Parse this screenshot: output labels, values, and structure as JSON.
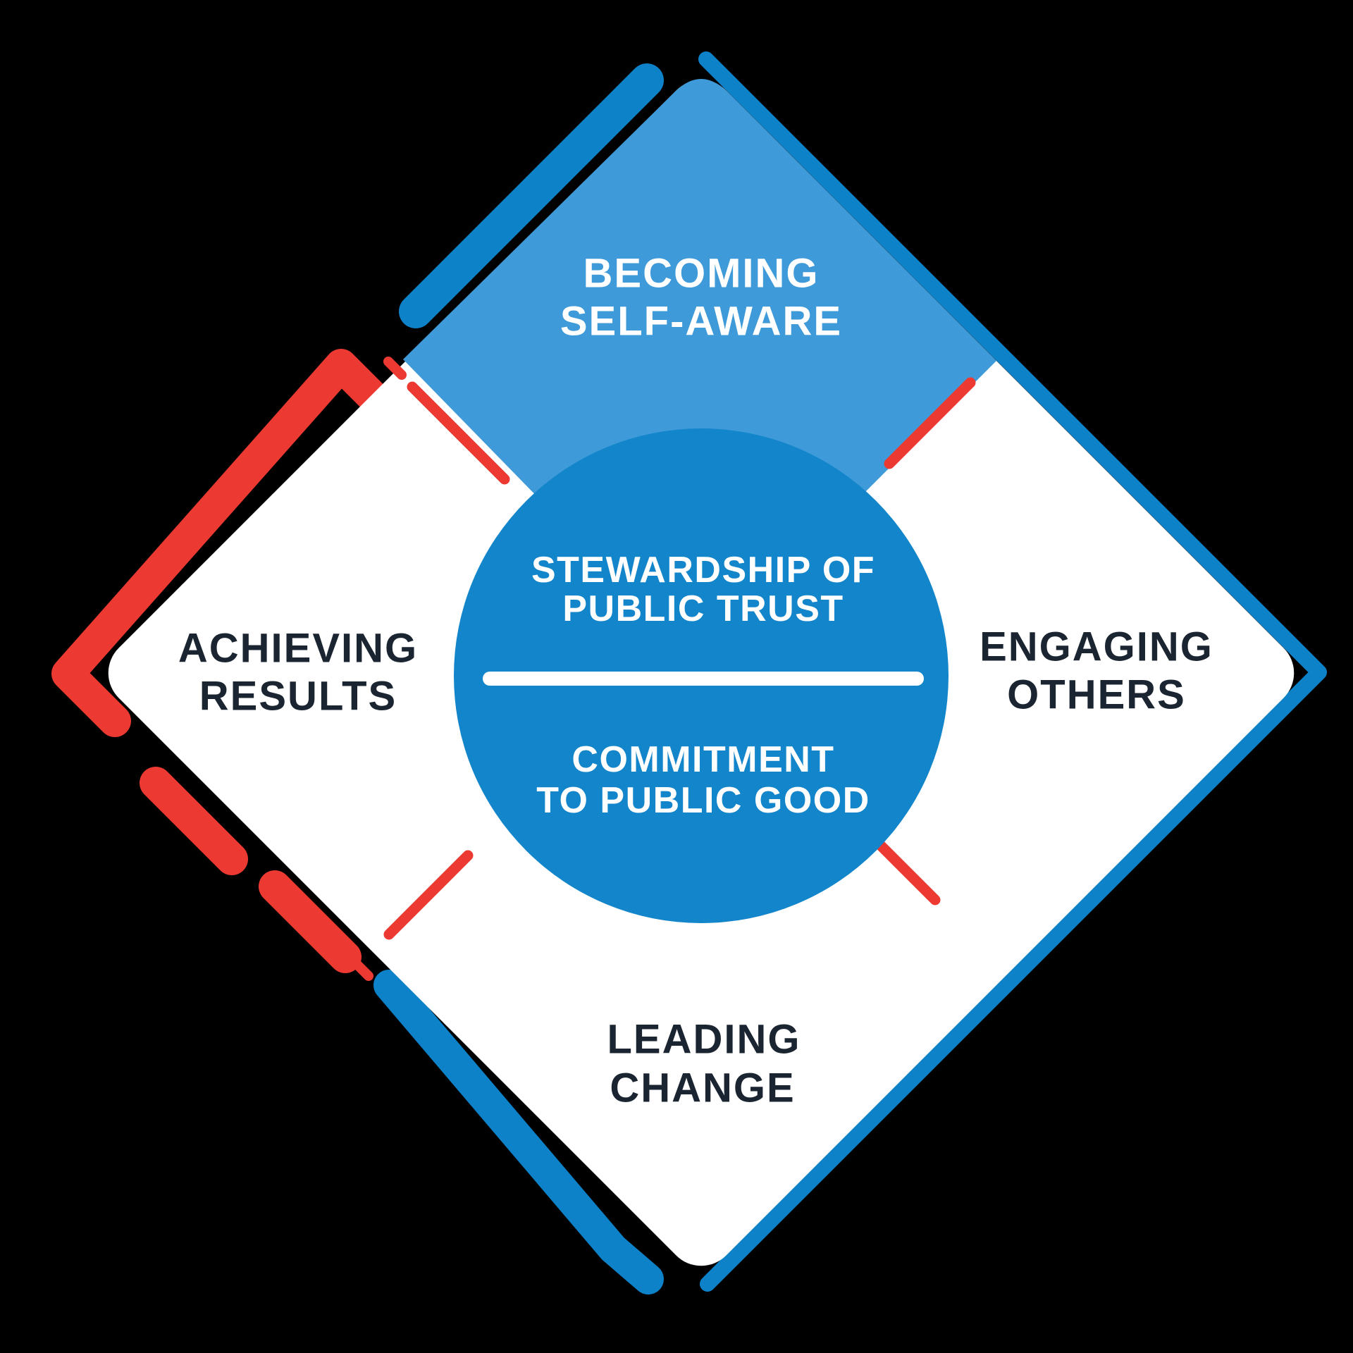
{
  "title": "Leadership competencies diamond diagram",
  "colors": {
    "background": "#000000",
    "light_blue": "#3E9AD9",
    "dark_blue": "#0D82C9",
    "circle_blue": "#1285CB",
    "red": "#EC3A32",
    "white": "#FFFFFF",
    "dark_text": "#1B2531"
  },
  "diagram": {
    "quadrants": {
      "top": {
        "line1": "BECOMING",
        "line2": "SELF-AWARE"
      },
      "right": {
        "line1": "ENGAGING",
        "line2": "OTHERS"
      },
      "bottom": {
        "line1": "LEADING",
        "line2": "CHANGE"
      },
      "left": {
        "line1": "ACHIEVING",
        "line2": "RESULTS"
      }
    },
    "center": {
      "top_line1": "STEWARDSHIP OF",
      "top_line2": "PUBLIC TRUST",
      "bottom_line1": "COMMITMENT",
      "bottom_line2": "TO PUBLIC GOOD"
    }
  }
}
